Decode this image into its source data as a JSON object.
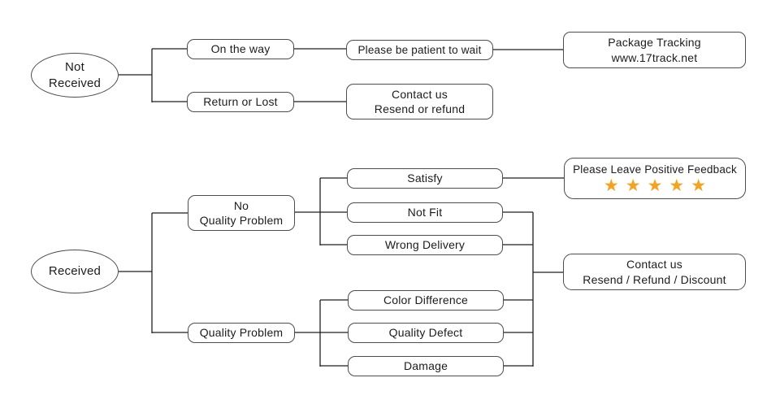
{
  "diagram": {
    "title": "Package received / not received customer service flowchart",
    "colors": {
      "star": "#F5A21E",
      "box_border": "#4d4d4d",
      "line": "#1f1f1f",
      "text": "#1c1c1c",
      "background": "#ffffff"
    },
    "nodes": {
      "not_received": {
        "label": "Not\nReceived"
      },
      "on_the_way": {
        "label": "On the way"
      },
      "please_wait": {
        "label": "Please be patient to wait"
      },
      "package_tracking": {
        "label": "Package Tracking\nwww.17track.net"
      },
      "return_or_lost": {
        "label": "Return or Lost"
      },
      "contact_resend_refund": {
        "label": "Contact us\nResend or refund"
      },
      "received": {
        "label": "Received"
      },
      "no_quality_problem": {
        "label": "No\nQuality Problem"
      },
      "quality_problem": {
        "label": "Quality Problem"
      },
      "satisfy": {
        "label": "Satisfy"
      },
      "not_fit": {
        "label": "Not Fit"
      },
      "wrong_delivery": {
        "label": "Wrong Delivery"
      },
      "color_difference": {
        "label": "Color Difference"
      },
      "quality_defect": {
        "label": "Quality Defect"
      },
      "damage": {
        "label": "Damage"
      },
      "positive_feedback": {
        "label": "Please Leave Positive Feedback",
        "stars": 5,
        "stars_text": "★★★★★"
      },
      "contact_resend_refund_discount": {
        "label": "Contact us\nResend / Refund / Discount"
      }
    },
    "edges": [
      {
        "from": "not_received",
        "to": "on_the_way"
      },
      {
        "from": "not_received",
        "to": "return_or_lost"
      },
      {
        "from": "on_the_way",
        "to": "please_wait"
      },
      {
        "from": "please_wait",
        "to": "package_tracking"
      },
      {
        "from": "return_or_lost",
        "to": "contact_resend_refund"
      },
      {
        "from": "received",
        "to": "no_quality_problem"
      },
      {
        "from": "received",
        "to": "quality_problem"
      },
      {
        "from": "no_quality_problem",
        "to": "satisfy"
      },
      {
        "from": "no_quality_problem",
        "to": "not_fit"
      },
      {
        "from": "no_quality_problem",
        "to": "wrong_delivery"
      },
      {
        "from": "satisfy",
        "to": "positive_feedback"
      },
      {
        "from": "not_fit",
        "to": "contact_resend_refund_discount"
      },
      {
        "from": "wrong_delivery",
        "to": "contact_resend_refund_discount"
      },
      {
        "from": "quality_problem",
        "to": "color_difference"
      },
      {
        "from": "quality_problem",
        "to": "quality_defect"
      },
      {
        "from": "quality_problem",
        "to": "damage"
      },
      {
        "from": "color_difference",
        "to": "contact_resend_refund_discount"
      },
      {
        "from": "quality_defect",
        "to": "contact_resend_refund_discount"
      },
      {
        "from": "damage",
        "to": "contact_resend_refund_discount"
      }
    ]
  }
}
